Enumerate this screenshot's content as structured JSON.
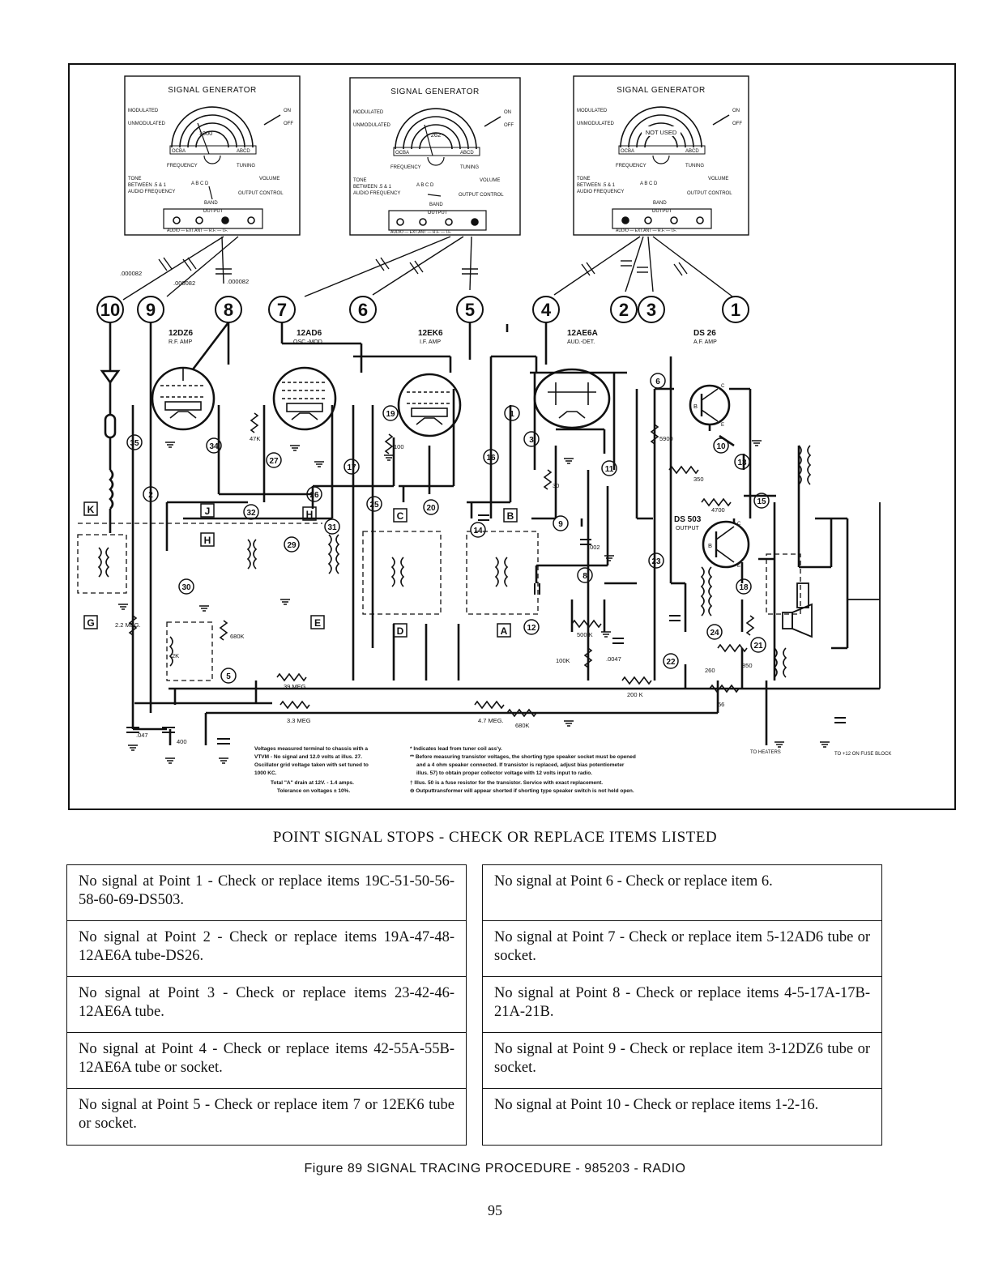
{
  "schematic": {
    "signal_generators": [
      {
        "title": "SIGNAL GENERATOR",
        "modulated": "MODULATED",
        "unmodulated": "UNMODULATED",
        "on": "ON",
        "off": "OFF",
        "dial_reading": "1000",
        "dial_left": "OCBA",
        "dial_right": "ABCD",
        "frequency": "FREQUENCY",
        "tuning": "TUNING",
        "tone": "TONE",
        "between": "BETWEEN .5 & 1",
        "audio_frequency": "AUDIO FREQUENCY",
        "band_letters": "A  B  C  D",
        "band": "BAND",
        "volume": "VOLUME",
        "output_control": "OUTPUT CONTROL",
        "output": "OUTPUT",
        "jacks": "AUDIO — EXT.ANT — R.F. — I.F."
      },
      {
        "title": "SIGNAL GENERATOR",
        "modulated": "MODULATED",
        "unmodulated": "UNMODULATED",
        "on": "ON",
        "off": "OFF",
        "dial_reading": "262",
        "dial_left": "OCBA",
        "dial_right": "ABCD",
        "frequency": "FREQUENCY",
        "tuning": "TUNING",
        "tone": "TONE",
        "between": "BETWEEN .5 & 1",
        "audio_frequency": "AUDIO FREQUENCY",
        "band_letters": "A  B  C  D",
        "band": "BAND",
        "volume": "VOLUME",
        "output_control": "OUTPUT CONTROL",
        "output": "OUTPUT",
        "jacks": "AUDIO — EXT.ANT — R.F. — I.F."
      },
      {
        "title": "SIGNAL GENERATOR",
        "modulated": "MODULATED",
        "unmodulated": "UNMODULATED",
        "on": "ON",
        "off": "OFF",
        "dial_reading": "NOT USED",
        "dial_left": "OCBA",
        "dial_right": "ABCD",
        "frequency": "FREQUENCY",
        "tuning": "TUNING",
        "tone": "TONE",
        "between": "BETWEEN .5 & 1",
        "audio_frequency": "AUDIO FREQUENCY",
        "band_letters": "A  B  C  D",
        "band": "BAND",
        "volume": "VOLUME",
        "output_control": "OUTPUT CONTROL",
        "output": "OUTPUT",
        "jacks": "AUDIO — EXT.ANT — R.F. — I.F."
      }
    ],
    "capacitor_labels": [
      ".000082",
      ".000082",
      ".000082"
    ],
    "test_points": [
      "10",
      "9",
      "8",
      "7",
      "6",
      "5",
      "4",
      "2",
      "3",
      "1"
    ],
    "tubes": [
      {
        "name": "12DZ6",
        "function": "R.F. AMP"
      },
      {
        "name": "12AD6",
        "function": "OSC.-MOD."
      },
      {
        "name": "12EK6",
        "function": "I.F. AMP"
      },
      {
        "name": "12AE6A",
        "function": "AUD.-DET."
      },
      {
        "name": "DS 26",
        "function": "A.F. AMP"
      }
    ],
    "output_transistor": {
      "name": "DS 503",
      "function": "OUTPUT"
    },
    "box_letters": [
      "K",
      "J",
      "H",
      "H",
      "G",
      "E",
      "C",
      "D",
      "B",
      "A"
    ],
    "part_numbers": [
      "35",
      "34",
      "2",
      "27",
      "26",
      "32",
      "31",
      "29",
      "30",
      "17",
      "25",
      "20",
      "16",
      "19",
      "14",
      "12",
      "9",
      "8",
      "23",
      "22",
      "24",
      "21",
      "18",
      "15",
      "13",
      "10",
      "11",
      "6",
      "3",
      "1",
      "5"
    ],
    "values": [
      "47K",
      "100",
      "30",
      "5900",
      "350",
      "4700",
      "500 K",
      "100K",
      ".0047",
      "200 K",
      ".002",
      "680K",
      "2.2 MEG.",
      "39 MEG.",
      "3.3 MEG",
      "4.7 MEG.",
      "680K",
      "56",
      "850",
      "260",
      ".047",
      "400",
      "2K"
    ],
    "supply_labels": [
      "TO HEATERS",
      "TO +12 ON FUSE BLOCK"
    ],
    "notes_left": [
      "Voltages measured terminal to chassis with a",
      "VTVM - No signal and 12.0 volts at illus. 27.",
      "Oscillator grid voltage taken with set tuned to",
      "1000 KC.",
      "Total \"A\" drain at 12V. - 1.4 amps.",
      "Tolerance on voltages ± 10%."
    ],
    "notes_right": [
      "* Indicates lead from tuner coil ass'y.",
      "** Before measuring transistor voltages, the shorting type speaker socket must be opened",
      "and a 4 ohm speaker connected. If transistor is replaced, adjust bias potentiometer",
      "illus. 57) to obtain proper collector voltage with 12 volts input to radio.",
      "† Illus. 50 is a fuse resistor for the transistor. Service with exact replacement.",
      "⊖ Outputtransformer will appear shorted if shorting type speaker switch is not held open."
    ]
  },
  "heading": "POINT SIGNAL STOPS - CHECK OR REPLACE ITEMS LISTED",
  "stops_left": [
    "No signal at Point 1 - Check or replace items 19C-51-50-56-58-60-69-DS503.",
    "No signal at Point 2 - Check or replace items 19A-47-48-12AE6A tube-DS26.",
    "No signal at Point 3 - Check or replace items 23-42-46-12AE6A tube.",
    "No signal at Point 4 - Check or replace items 42-55A-55B-12AE6A tube or socket.",
    "No signal at Point 5 - Check or replace item 7 or 12EK6 tube or socket."
  ],
  "stops_right": [
    "No signal at Point 6 - Check or replace item 6.",
    "No signal at Point 7 - Check or replace item 5-12AD6 tube or socket.",
    "No signal at Point 8 - Check or replace items 4-5-17A-17B-21A-21B.",
    "No signal at Point 9 - Check or replace item 3-12DZ6 tube or socket.",
    "No signal at Point 10 - Check or replace items 1-2-16."
  ],
  "caption": "Figure 89  SIGNAL TRACING PROCEDURE - 985203 - RADIO",
  "page_number": "95"
}
